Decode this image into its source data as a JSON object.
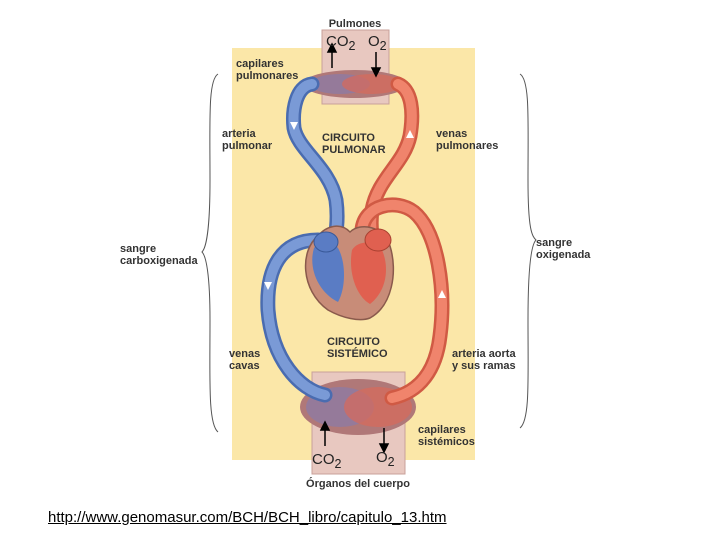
{
  "labels": {
    "pulmones": "Pulmones",
    "capilares_pulmonares": "capilares\npulmonares",
    "arteria_pulmonar": "arteria\npulmonar",
    "circuito_pulmonar": "CIRCUITO\nPULMONAR",
    "venas_pulmonares": "venas\npulmonares",
    "sangre_carboxigenada": "sangre\ncarboxigenada",
    "sangre_oxigenada": "sangre\noxigenada",
    "venas_cavas": "venas\ncavas",
    "circuito_sistemico": "CIRCUITO\nSISTÉMICO",
    "arteria_aorta": "arteria aorta\ny sus ramas",
    "capilares_sistemicos": "capilares\nsistémicos",
    "organos": "Órganos del cuerpo"
  },
  "gases": {
    "co2_top": "CO",
    "co2_top_sub": "2",
    "o2_top": "O",
    "o2_top_sub": "2",
    "co2_bottom": "CO",
    "co2_bottom_sub": "2",
    "o2_bottom": "O",
    "o2_bottom_sub": "2"
  },
  "source_link": "http://www.genomasur.com/BCH/BCH_libro/capitulo_13.htm",
  "colors": {
    "background_panel": "#fbe7a8",
    "organ_box": "#e8c8c0",
    "deoxygenated": "#6a8cc8",
    "oxygenated": "#e8705a"
  }
}
